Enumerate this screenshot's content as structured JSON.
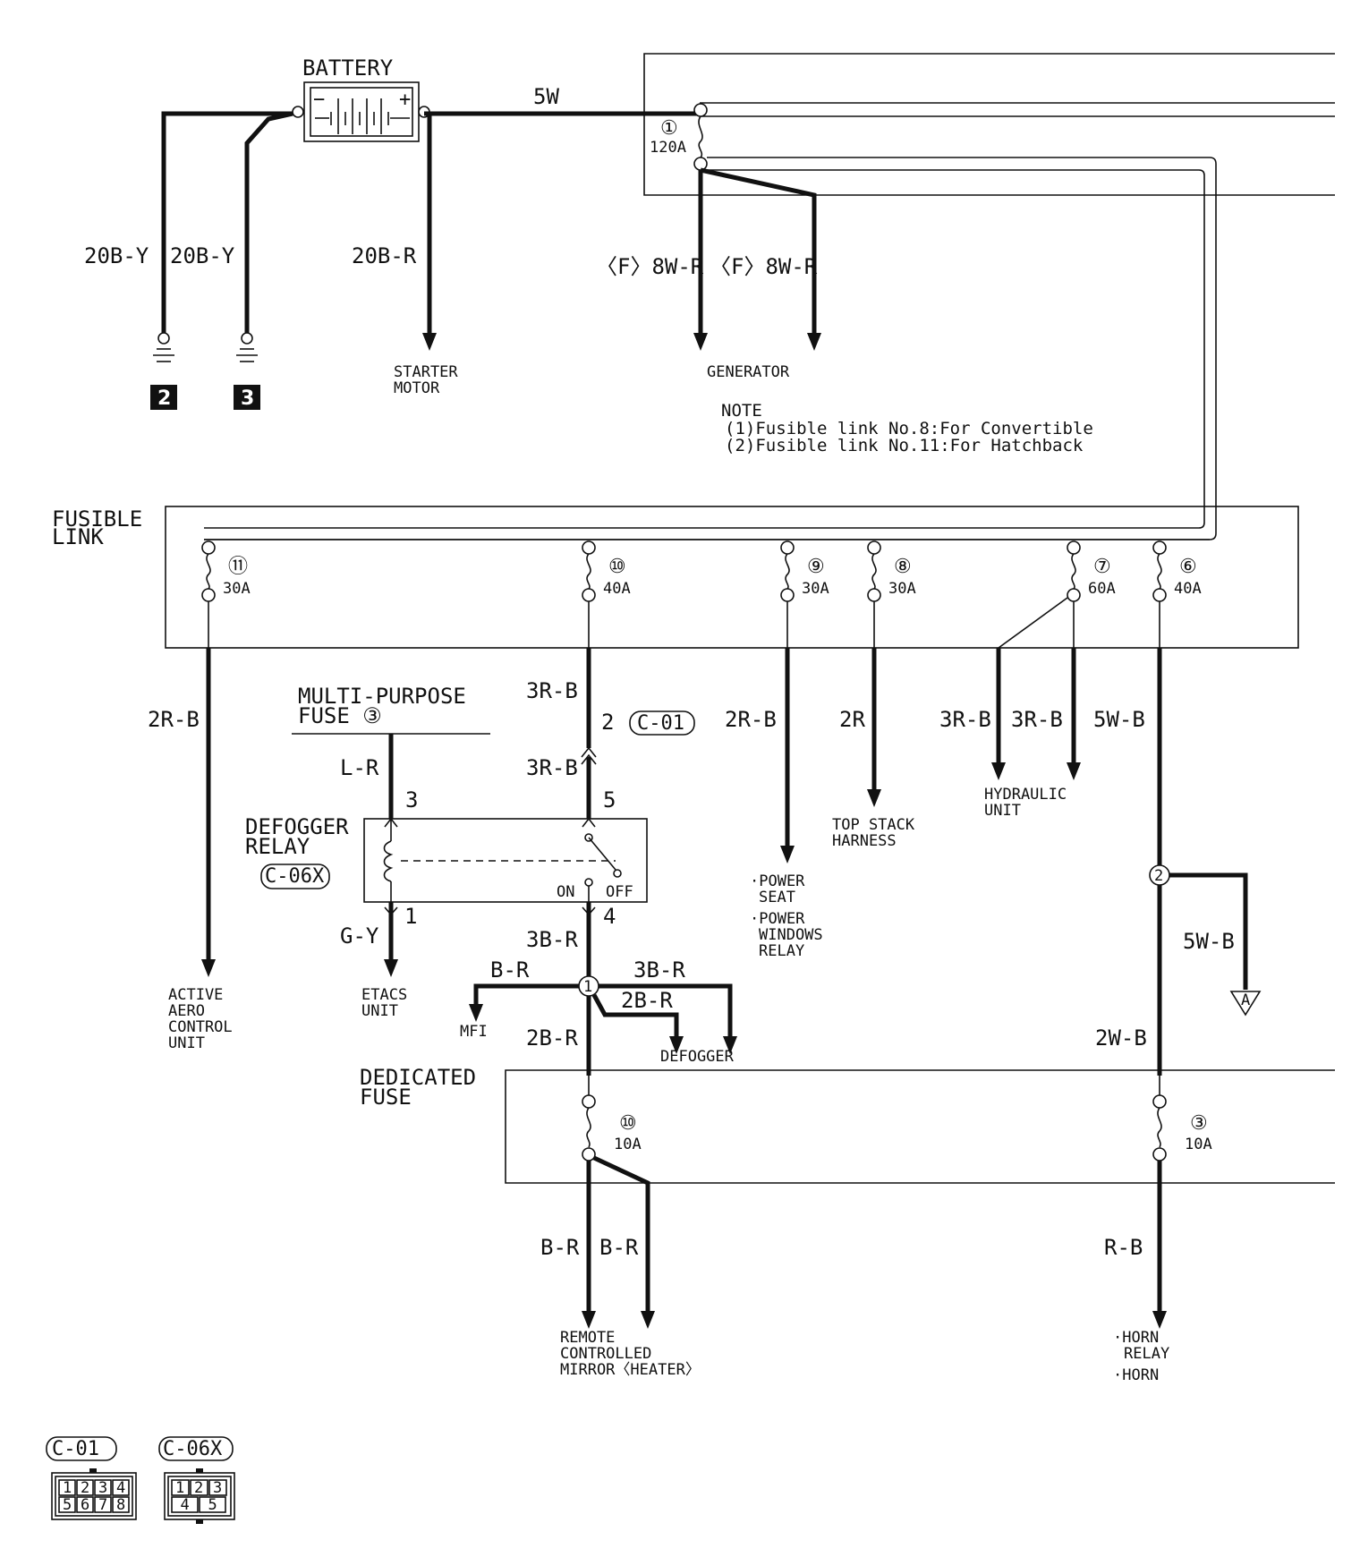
{
  "battery": {
    "label": "BATTERY",
    "minus": "−",
    "plus": "+"
  },
  "wires": {
    "batt_main": "5W",
    "ground_a": "20B-Y",
    "ground_b": "20B-Y",
    "starter": "20B-R",
    "gen_a": "〈F〉8W-R",
    "gen_b": "〈F〉8W-R"
  },
  "main_fusible": {
    "number": "①",
    "amps": "120A"
  },
  "ground_points": [
    "2",
    "3"
  ],
  "destinations": {
    "starter_motor": [
      "STARTER",
      "MOTOR"
    ],
    "generator": [
      "GENERATOR"
    ],
    "active_aero": [
      "ACTIVE",
      "AERO",
      "CONTROL",
      "UNIT"
    ],
    "etacs": [
      "ETACS",
      "UNIT"
    ],
    "mfi": [
      "MFI"
    ],
    "defogger": [
      "DEFOGGER"
    ],
    "power_seat": [
      "·POWER",
      "SEAT",
      "·POWER",
      "WINDOWS",
      "RELAY"
    ],
    "top_stack": [
      "TOP STACK",
      "HARNESS"
    ],
    "hydraulic": [
      "HYDRAULIC",
      "UNIT"
    ],
    "mirror": [
      "REMOTE",
      "CONTROLLED",
      "MIRROR〈HEATER〉"
    ],
    "horn": [
      "·HORN",
      "RELAY",
      "·HORN"
    ]
  },
  "note": {
    "title": "NOTE",
    "lines": [
      "(1)Fusible link No.8:For Convertible",
      "(2)Fusible link No.11:For Hatchback"
    ]
  },
  "fusible_link": {
    "label": [
      "FUSIBLE",
      "LINK"
    ],
    "fuses": [
      {
        "num": "⑪",
        "amps": "30A",
        "wire": "2R-B"
      },
      {
        "num": "⑩",
        "amps": "40A",
        "wire": "3R-B"
      },
      {
        "num": "⑨",
        "amps": "30A",
        "wire": "2R-B"
      },
      {
        "num": "⑧",
        "amps": "30A",
        "wire": "2R"
      },
      {
        "num": "⑦",
        "amps": "60A",
        "wire_a": "3R-B",
        "wire_b": "3R-B"
      },
      {
        "num": "⑥",
        "amps": "40A",
        "wire": "5W-B"
      }
    ]
  },
  "multi_purpose_fuse": {
    "label": [
      "MULTI-PURPOSE",
      "FUSE ③"
    ],
    "wire": "L-R"
  },
  "connector_c01": {
    "tag": "C-01",
    "pin": "2"
  },
  "defogger_relay": {
    "label": [
      "DEFOGGER",
      "RELAY"
    ],
    "tag": "C-06X",
    "pins": {
      "p3": "3",
      "p5": "5",
      "p1": "1",
      "p4": "4"
    },
    "on": "ON",
    "off": "OFF",
    "wire_in": "3R-B",
    "wire_out_coil": "G-Y",
    "wire_out_switch": "3B-R"
  },
  "junction1": {
    "num": "1",
    "wires": {
      "mfi": "B-R",
      "defogger_a": "3B-R",
      "defogger_b": "2B-R",
      "down": "2B-R"
    }
  },
  "junction2": {
    "num": "2",
    "wire_a": "5W-B",
    "connector": "A",
    "wire_down": "2W-B"
  },
  "dedicated_fuse": {
    "label": [
      "DEDICATED",
      "FUSE"
    ],
    "fuses": [
      {
        "num": "⑩",
        "amps": "10A",
        "wire_a": "B-R",
        "wire_b": "B-R"
      },
      {
        "num": "③",
        "amps": "10A",
        "wire": "R-B"
      }
    ]
  },
  "connector_views": {
    "c01": {
      "tag": "C-01",
      "pins_top": [
        "1",
        "2",
        "3",
        "4"
      ],
      "pins_bottom": [
        "5",
        "6",
        "7",
        "8"
      ]
    },
    "c06x": {
      "tag": "C-06X",
      "pins_top": [
        "1",
        "2",
        "3"
      ],
      "pins_bottom": [
        "4",
        "5"
      ]
    }
  }
}
